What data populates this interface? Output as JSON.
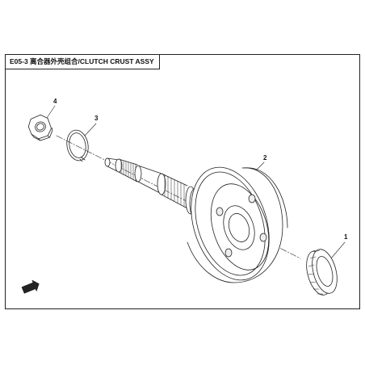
{
  "title": "E05-3 离合器外壳组合/CLUTCH CRUST ASSY",
  "callouts": [
    {
      "id": "c1",
      "label": "1"
    },
    {
      "id": "c2",
      "label": "2"
    },
    {
      "id": "c3",
      "label": "3"
    },
    {
      "id": "c4",
      "label": "4"
    }
  ],
  "colors": {
    "line": "#222222",
    "paper": "#ffffff",
    "shade": "#cfcfcf"
  }
}
